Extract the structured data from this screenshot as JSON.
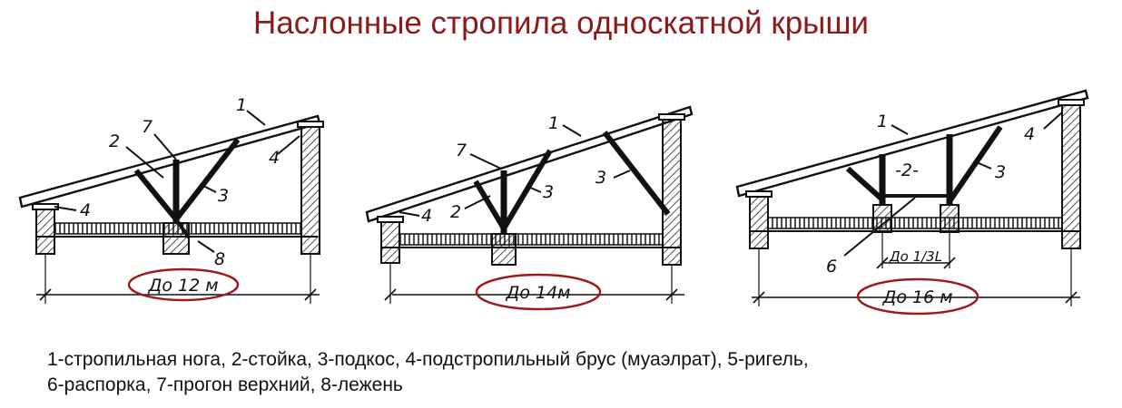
{
  "title": "Наслонные стропила односкатной крыши",
  "figures": [
    {
      "span": "До 12 м",
      "labels": {
        "l1": "1",
        "l2": "2",
        "l7": "7",
        "l3": "3",
        "l4a": "4",
        "l4b": "4",
        "l8": "8"
      }
    },
    {
      "span": "До 14м",
      "labels": {
        "l1": "1",
        "l7": "7",
        "l2": "2",
        "l3a": "3",
        "l3b": "3",
        "l4": "4"
      }
    },
    {
      "span": "До 16 м",
      "sub_span": "До 1/3L",
      "labels": {
        "l1": "1",
        "l4": "4",
        "l2": "-2-",
        "l3": "3",
        "l6": "6"
      }
    }
  ],
  "caption": {
    "line1": "1-стропильная нога, 2-стойка, 3-подкос, 4-подстропильный брус (муаэлрат), 5-ригель,",
    "line2": "6-распорка, 7-прогон верхний, 8-лежень"
  },
  "colors": {
    "title": "#8b1a1a",
    "ink": "#111111",
    "ellipse": "#a11818"
  }
}
